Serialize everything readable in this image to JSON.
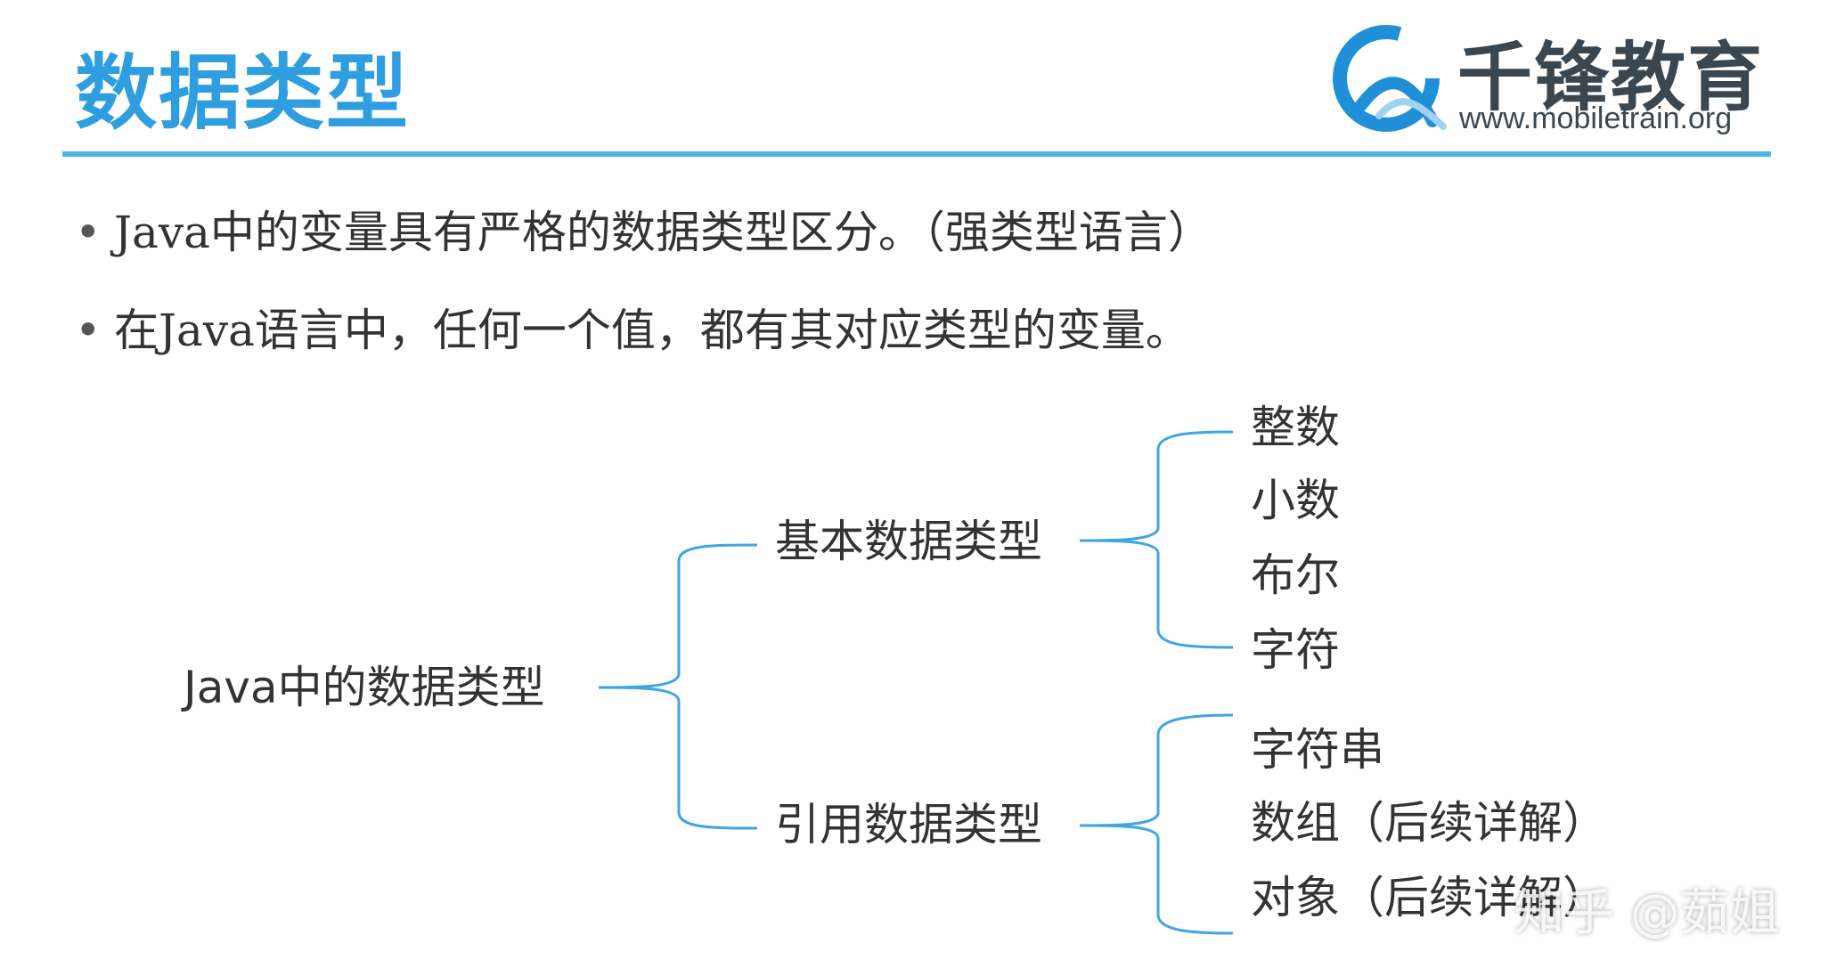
{
  "header": {
    "title": "数据类型",
    "logo": {
      "name": "千锋教育",
      "url": "www.mobiletrain.org"
    }
  },
  "bullets": [
    "Java中的变量具有严格的数据类型区分。（强类型语言）",
    "在Java语言中，任何一个值，都有其对应类型的变量。"
  ],
  "diagram": {
    "root": "Java中的数据类型",
    "branches": [
      {
        "label": "基本数据类型",
        "children": [
          "整数",
          "小数",
          "布尔",
          "字符"
        ]
      },
      {
        "label": "引用数据类型",
        "children": [
          "字符串",
          "数组（后续详解）",
          "对象（后续详解）"
        ]
      }
    ]
  },
  "watermark": "知乎 @茹姐",
  "colors": {
    "accent": "#2f9ee0",
    "rule": "#4fb2ea",
    "bracket": "#3da6e4",
    "text": "#333333"
  }
}
